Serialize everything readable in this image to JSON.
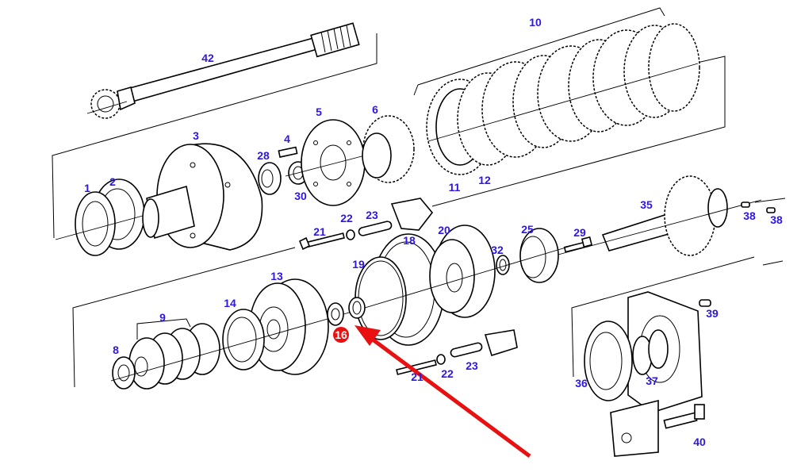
{
  "diagram": {
    "title": "Exploded parts diagram - clutch pack / shaft assembly",
    "label_color": "#2d16e6",
    "highlight_color": "#e81010",
    "arrow_color": "#e81010",
    "highlighted_part": "16",
    "labels": [
      {
        "id": "42",
        "text": "42"
      },
      {
        "id": "10",
        "text": "10"
      },
      {
        "id": "3",
        "text": "3"
      },
      {
        "id": "4",
        "text": "4"
      },
      {
        "id": "5",
        "text": "5"
      },
      {
        "id": "6",
        "text": "6"
      },
      {
        "id": "28",
        "text": "28"
      },
      {
        "id": "30",
        "text": "30"
      },
      {
        "id": "1",
        "text": "1"
      },
      {
        "id": "2",
        "text": "2"
      },
      {
        "id": "11",
        "text": "11"
      },
      {
        "id": "12",
        "text": "12"
      },
      {
        "id": "35",
        "text": "35"
      },
      {
        "id": "38a",
        "text": "38"
      },
      {
        "id": "38b",
        "text": "38"
      },
      {
        "id": "21a",
        "text": "21"
      },
      {
        "id": "22a",
        "text": "22"
      },
      {
        "id": "23a",
        "text": "23"
      },
      {
        "id": "18",
        "text": "18"
      },
      {
        "id": "20",
        "text": "20"
      },
      {
        "id": "25",
        "text": "25"
      },
      {
        "id": "29",
        "text": "29"
      },
      {
        "id": "32",
        "text": "32"
      },
      {
        "id": "19",
        "text": "19"
      },
      {
        "id": "13",
        "text": "13"
      },
      {
        "id": "14",
        "text": "14"
      },
      {
        "id": "9",
        "text": "9"
      },
      {
        "id": "8",
        "text": "8"
      },
      {
        "id": "16",
        "text": "16"
      },
      {
        "id": "21b",
        "text": "21"
      },
      {
        "id": "22b",
        "text": "22"
      },
      {
        "id": "23b",
        "text": "23"
      },
      {
        "id": "39",
        "text": "39"
      },
      {
        "id": "36",
        "text": "36"
      },
      {
        "id": "37",
        "text": "37"
      },
      {
        "id": "40",
        "text": "40"
      }
    ]
  }
}
